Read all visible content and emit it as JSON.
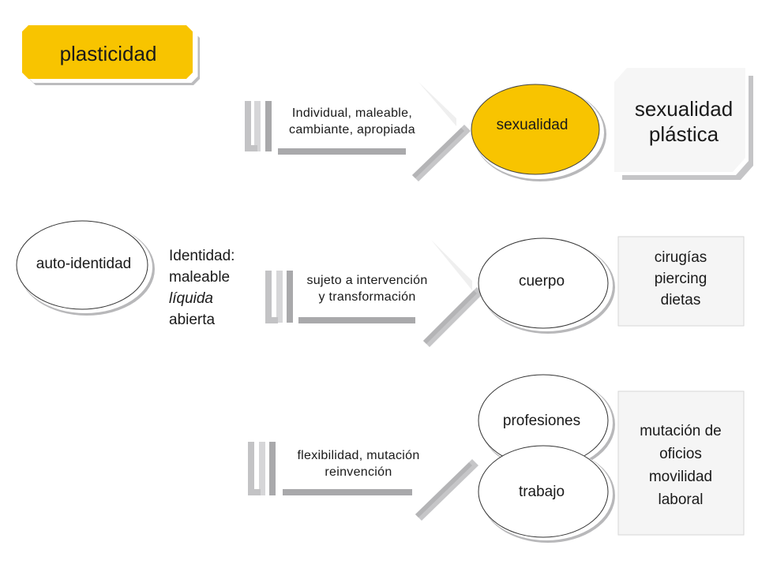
{
  "title": "plasticidad",
  "colors": {
    "accent": "#f8c400",
    "shadow": "#b9b9bb",
    "box_fill": "#f5f5f5",
    "line": "#333333"
  },
  "rows": [
    {
      "relation": [
        "Individual, maleable,",
        "cambiante, apropiada"
      ],
      "node": "sexualidad",
      "result": [
        "sexualidad",
        "plástica"
      ]
    },
    {
      "relation": [
        "sujeto a intervención",
        "y transformación"
      ],
      "node": "cuerpo",
      "result": [
        "cirugías",
        "piercing",
        "dietas"
      ]
    },
    {
      "relation": [
        "flexibilidad, mutación",
        "reinvención"
      ],
      "nodes": [
        "profesiones",
        "trabajo"
      ],
      "result": [
        "mutación de",
        "oficios",
        "movilidad",
        "laboral"
      ]
    }
  ],
  "source": {
    "node": "auto-identidad",
    "identity": [
      "Identidad:",
      "maleable",
      "líquida",
      "abierta"
    ]
  }
}
